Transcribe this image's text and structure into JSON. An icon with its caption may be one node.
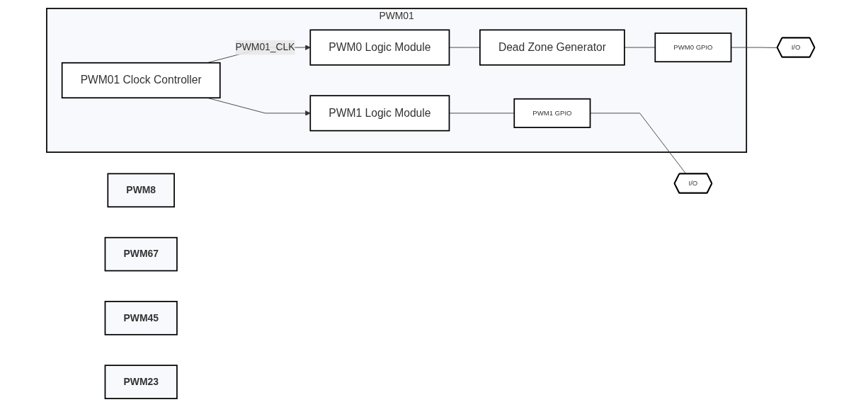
{
  "diagram": {
    "nodes": [
      {
        "text": [
          "PWM8"
        ]
      },
      {
        "text": [
          "PWM67"
        ]
      },
      {
        "text": [
          "PWM45"
        ]
      },
      {
        "text": [
          "PWM23"
        ]
      },
      {
        "text": [
          "PWM01"
        ]
      },
      {
        "text": [
          "PWM01 Clock Controller"
        ],
        "in": 4
      },
      {
        "text": [
          "PWM0 Logic Module"
        ],
        "in": 4
      },
      {
        "text": [
          "Dead Zone Generator"
        ],
        "in": 4
      },
      {
        "text": [
          "PWM0 GPIO"
        ],
        "in": 4
      },
      {
        "text": [
          "PWM1 Logic Module"
        ],
        "in": 4
      },
      {
        "text": [
          "PWM1 GPIO"
        ],
        "in": 4
      },
      {
        "text": [
          "I/O"
        ]
      },
      {
        "text": [
          "I/O"
        ]
      }
    ],
    "edges": [
      {
        "from": 5,
        "to": 6,
        "arrow": "to",
        "label": "PWM01_CLK"
      },
      {
        "from": 5,
        "to": 9,
        "arrow": "to"
      },
      {
        "from": 6,
        "to": 7,
        "arrow": "none"
      },
      {
        "from": 7,
        "to": 8,
        "arrow": "none"
      },
      {
        "from": 8,
        "to": 11,
        "arrow": "none"
      },
      {
        "from": 9,
        "to": 10,
        "arrow": "none"
      },
      {
        "from": 10,
        "to": 12,
        "arrow": "none"
      }
    ]
  }
}
